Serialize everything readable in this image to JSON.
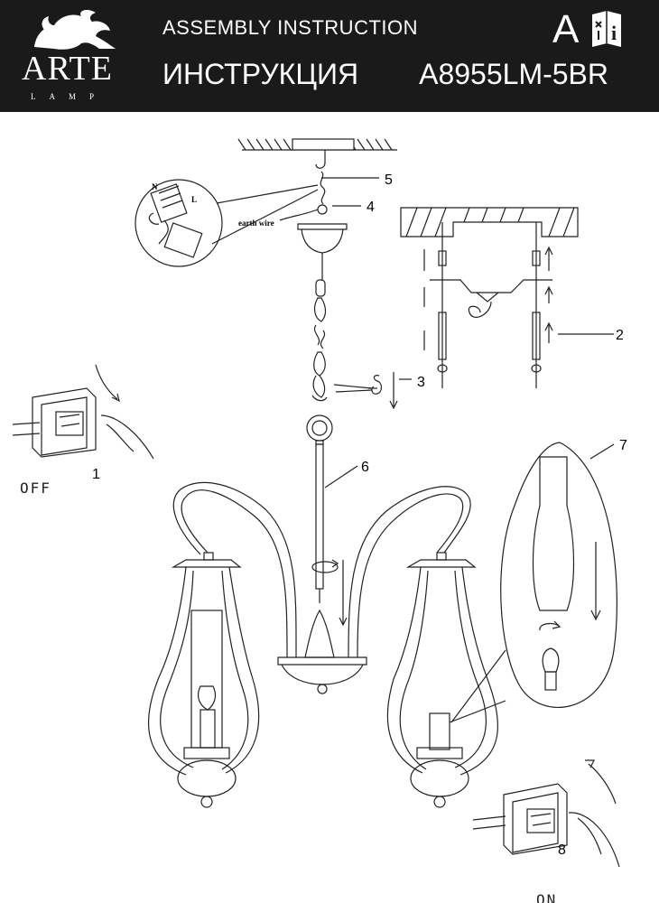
{
  "header": {
    "brand": "ARTE",
    "brand_sub": "LAMP",
    "title_en": "ASSEMBLY INSTRUCTION",
    "title_ru": "ИНСТРУКЦИЯ",
    "letter": "A",
    "model": "A8955LM-5BR",
    "info_glyph": "i"
  },
  "labels": {
    "step1": "1",
    "step2": "2",
    "step3": "3",
    "step4": "4",
    "step5": "5",
    "step6": "6",
    "step7": "7",
    "step8": "8",
    "off": "OFF",
    "on": "ON",
    "earth_wire": "earth wire",
    "term_n": "N",
    "term_l": "L"
  }
}
